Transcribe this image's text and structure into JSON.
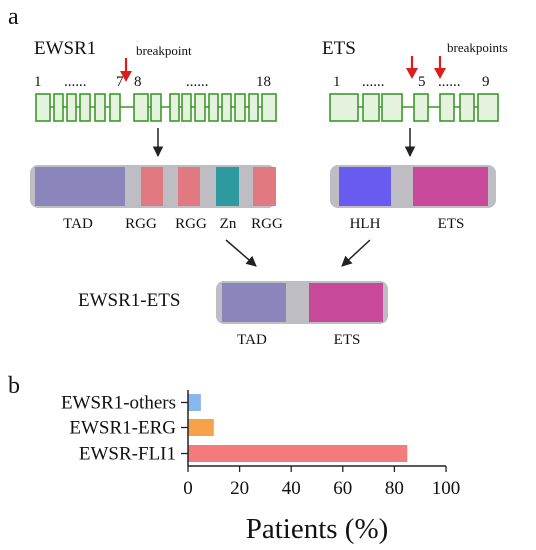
{
  "panel_a": {
    "label": "a",
    "ewsr1": {
      "gene_label": "EWSR1",
      "breakpoint_label": "breakpoint",
      "exon_numbers": {
        "first": "1",
        "dots1": "......",
        "seven": "7",
        "eight": "8",
        "dots2": "......",
        "last": "18"
      },
      "domains": [
        {
          "label": "TAD",
          "color": "#8a86bb"
        },
        {
          "label": "RGG",
          "color": "#e07a80"
        },
        {
          "label": "RGG",
          "color": "#e07a80"
        },
        {
          "label": "Zn",
          "color": "#2c9a9e"
        },
        {
          "label": "RGG",
          "color": "#e07a80"
        }
      ]
    },
    "ets": {
      "gene_label": "ETS",
      "breakpoints_label": "breakpoints",
      "exon_numbers": {
        "first": "1",
        "dots1": "......",
        "five": "5",
        "dots2": "......",
        "last": "9"
      },
      "domains": [
        {
          "label": "HLH",
          "color": "#6a5bf0"
        },
        {
          "label": "ETS",
          "color": "#c8489a"
        }
      ]
    },
    "fusion": {
      "label": "EWSR1-ETS",
      "domains": [
        {
          "label": "TAD",
          "color": "#8a86bb"
        },
        {
          "label": "ETS",
          "color": "#c8489a"
        }
      ]
    },
    "colors": {
      "exon_stroke": "#3a9a2a",
      "exon_fill": "#e4f2de",
      "linker": "#bdbdc3",
      "breakpoint_arrow": "#dd1c1c"
    }
  },
  "panel_b": {
    "label": "b",
    "chart_data": {
      "type": "bar",
      "orientation": "horizontal",
      "categories": [
        "EWSR1-others",
        "EWSR1-ERG",
        "EWSR-FLI1"
      ],
      "values": [
        5,
        10,
        85
      ],
      "colors": [
        "#8ab8ee",
        "#f5a24a",
        "#f47b7b"
      ],
      "xlabel": "Patients (%)",
      "xlim": [
        0,
        100
      ],
      "xticks": [
        "0",
        "20",
        "40",
        "60",
        "80",
        "100"
      ]
    }
  }
}
